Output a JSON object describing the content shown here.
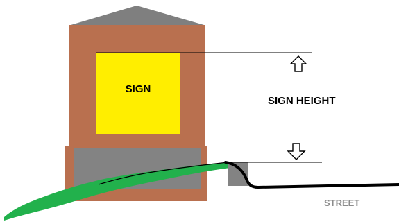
{
  "labels": {
    "sign": "SIGN",
    "sign_height": "SIGN HEIGHT",
    "street": "STREET"
  },
  "colors": {
    "roof": "#7f7f7f",
    "brick": "#b9704f",
    "sign_panel": "#ffee00",
    "base": "#838383",
    "grass": "#22b14c",
    "street_label": "#8c8c8c",
    "line": "#000000"
  },
  "icons": [
    "up-arrow-icon",
    "down-arrow-icon"
  ]
}
